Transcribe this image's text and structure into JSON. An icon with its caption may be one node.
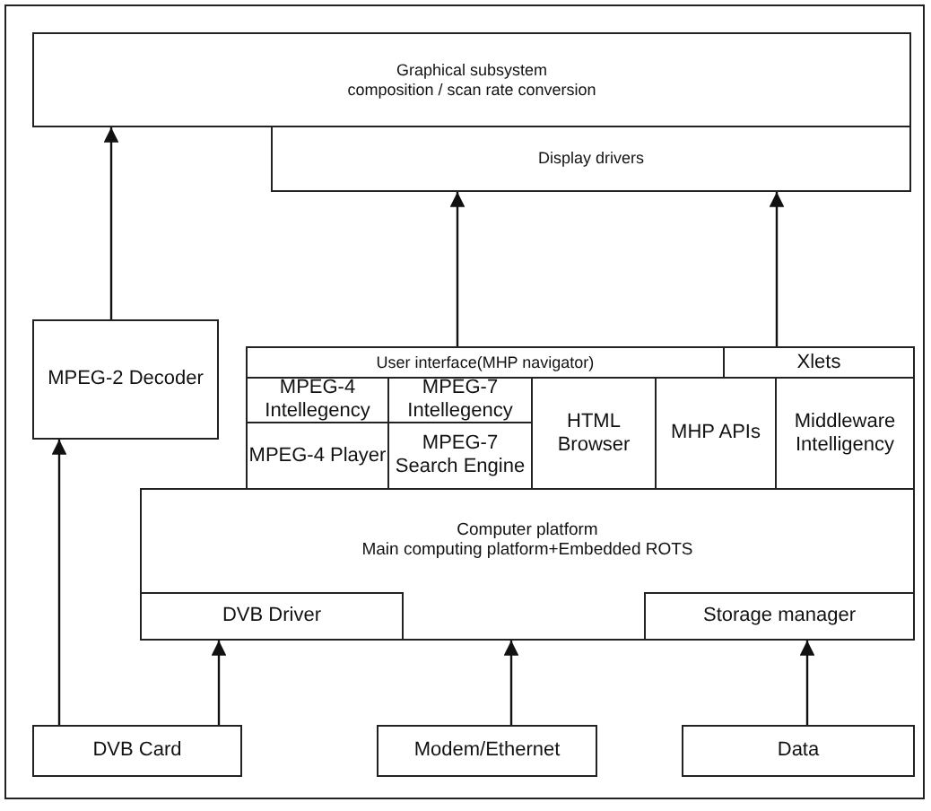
{
  "diagram": {
    "nodes": [
      {
        "text": [
          "Graphical subsystem",
          "composition / scan rate conversion"
        ]
      },
      {
        "text": [
          "Display drivers"
        ]
      },
      {
        "text": [
          "MPEG-2 Decoder"
        ]
      },
      {
        "text": [
          "User interface(MHP navigator)"
        ]
      },
      {
        "text": [
          "Xlets"
        ]
      },
      {
        "text": [
          "MPEG-4 Intellegency"
        ]
      },
      {
        "text": [
          "MPEG-7 Intellegency"
        ]
      },
      {
        "text": [
          "HTML Browser"
        ]
      },
      {
        "text": [
          "MHP APIs"
        ]
      },
      {
        "text": [
          "Middleware Intelligency"
        ]
      },
      {
        "text": [
          "MPEG-4 Player"
        ]
      },
      {
        "text": [
          "MPEG-7 Search Engine"
        ]
      },
      {
        "text": [
          "Computer platform",
          "Main computing platform+Embedded ROTS"
        ]
      },
      {
        "text": [
          "DVB Driver"
        ],
        "in": 12
      },
      {
        "text": [
          "Storage manager"
        ],
        "in": 12
      },
      {
        "text": [
          "DVB Card"
        ]
      },
      {
        "text": [
          "Modem/Ethernet"
        ]
      },
      {
        "text": [
          "Data"
        ]
      }
    ],
    "edges": [
      {
        "from": 2,
        "to": 0,
        "arrow": "to"
      },
      {
        "from": 3,
        "to": 1,
        "arrow": "to"
      },
      {
        "from": 4,
        "to": 1,
        "arrow": "to"
      },
      {
        "from": 15,
        "to": 2,
        "arrow": "to"
      },
      {
        "from": 15,
        "to": 13,
        "arrow": "to"
      },
      {
        "from": 16,
        "to": 12,
        "arrow": "to"
      },
      {
        "from": 17,
        "to": 14,
        "arrow": "to"
      }
    ]
  }
}
